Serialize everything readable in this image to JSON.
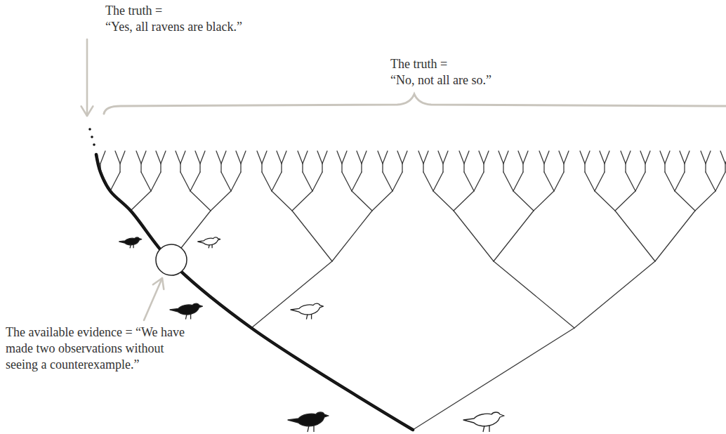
{
  "diagram": {
    "labels": [
      "The truth = “Yes, all ravens are black.”",
      "The truth = “No, not all are so.”",
      "The available evidence = “We have made two observations without seeing a counterexample.”"
    ]
  }
}
